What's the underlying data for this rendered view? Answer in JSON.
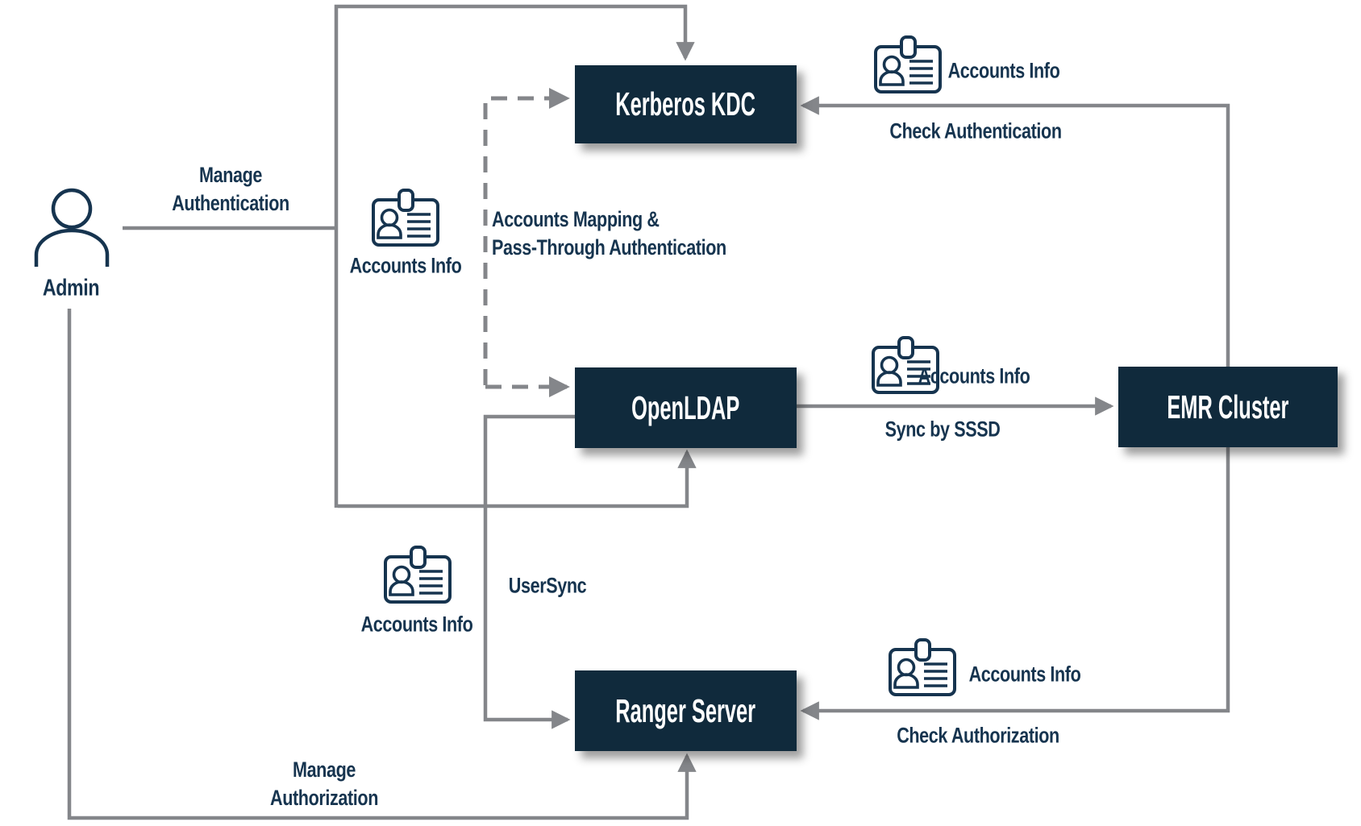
{
  "diagram": {
    "actor": {
      "label": "Admin"
    },
    "nodes": {
      "kerberos_kdc": {
        "label": "Kerberos KDC"
      },
      "openldap": {
        "label": "OpenLDAP"
      },
      "emr_cluster": {
        "label": "EMR Cluster"
      },
      "ranger_server": {
        "label": "Ranger Server"
      }
    },
    "edge_labels": {
      "manage_authentication": "Manage\nAuthentication",
      "accounts_mapping": "Accounts Mapping &\nPass-Through Authentication",
      "check_authentication": "Check Authentication",
      "sync_by_sssd": "Sync by SSSD",
      "usersync": "UserSync",
      "check_authorization": "Check Authorization",
      "manage_authorization": "Manage\nAuthorization"
    },
    "badges": {
      "admin_accounts_info": "Accounts Info",
      "check_authentication_accounts_info": "Accounts Info",
      "sync_accounts_info": "Accounts Info",
      "usersync_accounts_info": "Accounts Info",
      "check_authorization_accounts_info": "Accounts Info"
    },
    "colors": {
      "node_fill": "#102a3c",
      "node_text": "#ffffff",
      "label_text": "#16344f",
      "line": "#84868a",
      "background": "#ffffff"
    }
  }
}
